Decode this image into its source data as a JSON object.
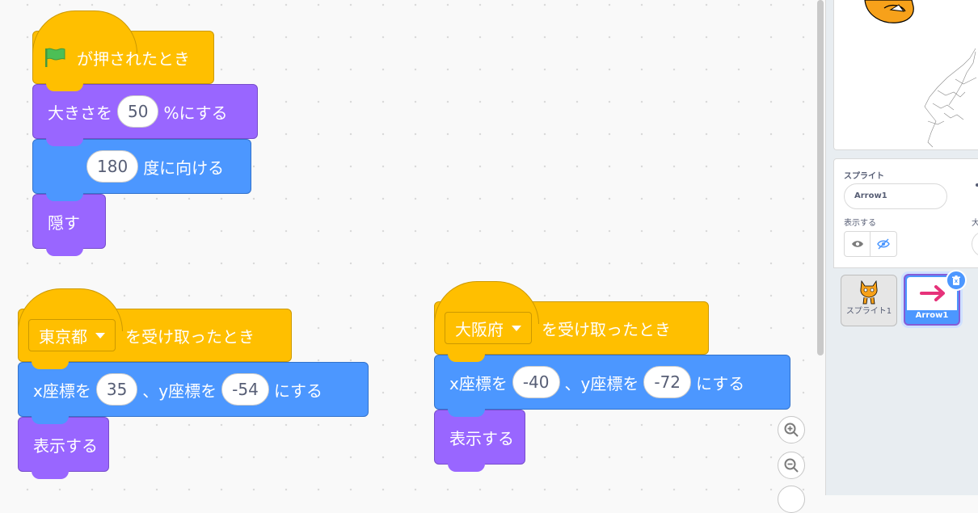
{
  "workspace": {
    "script1": {
      "hat_label": "が押されたとき",
      "size_prefix": "大きさを",
      "size_value": "50",
      "size_suffix": "%にする",
      "direction_value": "180",
      "direction_suffix": "度に向ける",
      "hide_label": "隠す"
    },
    "script2": {
      "message": "東京都",
      "hat_suffix": "を受け取ったとき",
      "goto_x_prefix": "x座標を",
      "x_value": "35",
      "goto_y_prefix": "、y座標を",
      "y_value": "-54",
      "goto_suffix": "にする",
      "show_label": "表示する"
    },
    "script3": {
      "message": "大阪府",
      "hat_suffix": "を受け取ったとき",
      "goto_x_prefix": "x座標を",
      "x_value": "-40",
      "goto_y_prefix": "、y座標を",
      "y_value": "-72",
      "goto_suffix": "にする",
      "show_label": "表示する"
    },
    "zoom_in_icon": "zoom-in-icon",
    "zoom_out_icon": "zoom-out-icon"
  },
  "sprite_info": {
    "section_label": "スプライト",
    "name_value": "Arrow1",
    "show_label": "表示する",
    "size_label": "大"
  },
  "sprite_list": [
    {
      "label": "スプライト1",
      "selected": false
    },
    {
      "label": "Arrow1",
      "selected": true
    }
  ],
  "colors": {
    "events": "#ffbf00",
    "looks": "#9966ff",
    "motion": "#4c97ff",
    "flag_green": "#4cbf56",
    "arrow_pink": "#e6327a"
  }
}
